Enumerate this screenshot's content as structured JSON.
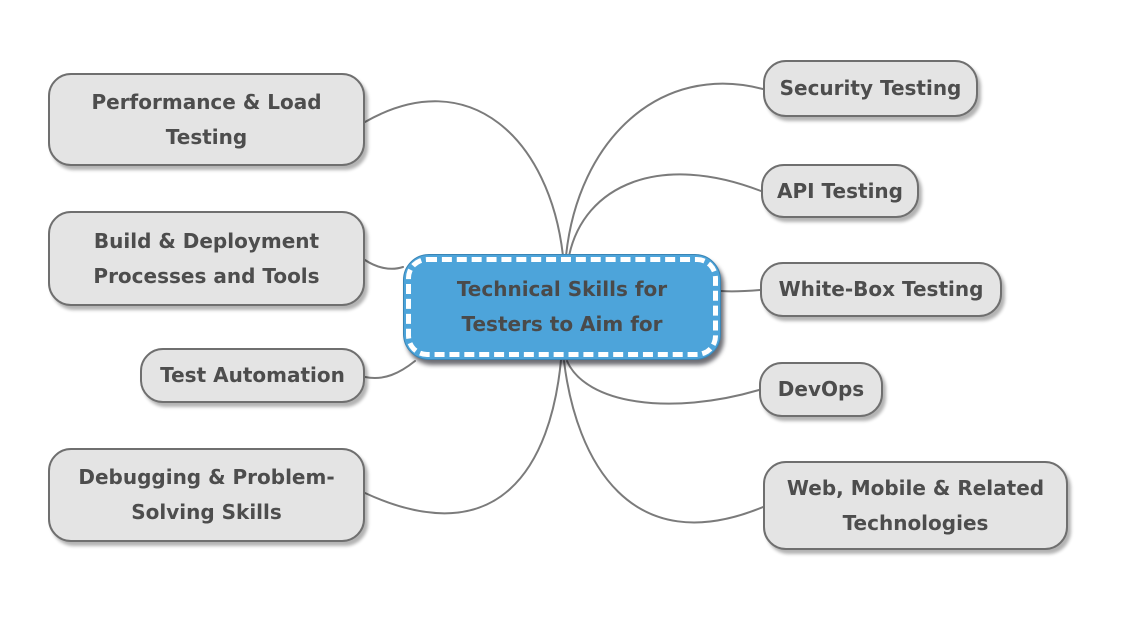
{
  "diagram": {
    "type": "mindmap",
    "center": {
      "id": "central-topic",
      "label": "Technical Skills for Testers to Aim for"
    },
    "nodes": [
      {
        "id": "performance-load-testing",
        "label": "Performance & Load Testing",
        "side": "left"
      },
      {
        "id": "build-deployment-processes",
        "label": "Build & Deployment Processes and Tools",
        "side": "left"
      },
      {
        "id": "test-automation",
        "label": "Test Automation",
        "side": "left"
      },
      {
        "id": "debugging-problem-solving",
        "label": "Debugging & Problem-Solving Skills",
        "side": "left"
      },
      {
        "id": "security-testing",
        "label": "Security Testing",
        "side": "right"
      },
      {
        "id": "api-testing",
        "label": "API Testing",
        "side": "right"
      },
      {
        "id": "white-box-testing",
        "label": "White-Box Testing",
        "side": "right"
      },
      {
        "id": "devops",
        "label": "DevOps",
        "side": "right"
      },
      {
        "id": "web-mobile-related-technologies",
        "label": "Web, Mobile & Related Technologies",
        "side": "right"
      }
    ],
    "edges": [
      {
        "from": "central-topic",
        "to": "performance-load-testing"
      },
      {
        "from": "central-topic",
        "to": "build-deployment-processes"
      },
      {
        "from": "central-topic",
        "to": "test-automation"
      },
      {
        "from": "central-topic",
        "to": "debugging-problem-solving"
      },
      {
        "from": "central-topic",
        "to": "security-testing"
      },
      {
        "from": "central-topic",
        "to": "api-testing"
      },
      {
        "from": "central-topic",
        "to": "white-box-testing"
      },
      {
        "from": "central-topic",
        "to": "devops"
      },
      {
        "from": "central-topic",
        "to": "web-mobile-related-technologies"
      }
    ],
    "colors": {
      "center_fill": "#4da4da",
      "center_dash_border": "#ffffff",
      "leaf_fill": "#e4e4e4",
      "leaf_border": "#6f6f6f",
      "text": "#4d4d4d",
      "edge": "#7b7b7b",
      "background": "#ffffff"
    }
  }
}
